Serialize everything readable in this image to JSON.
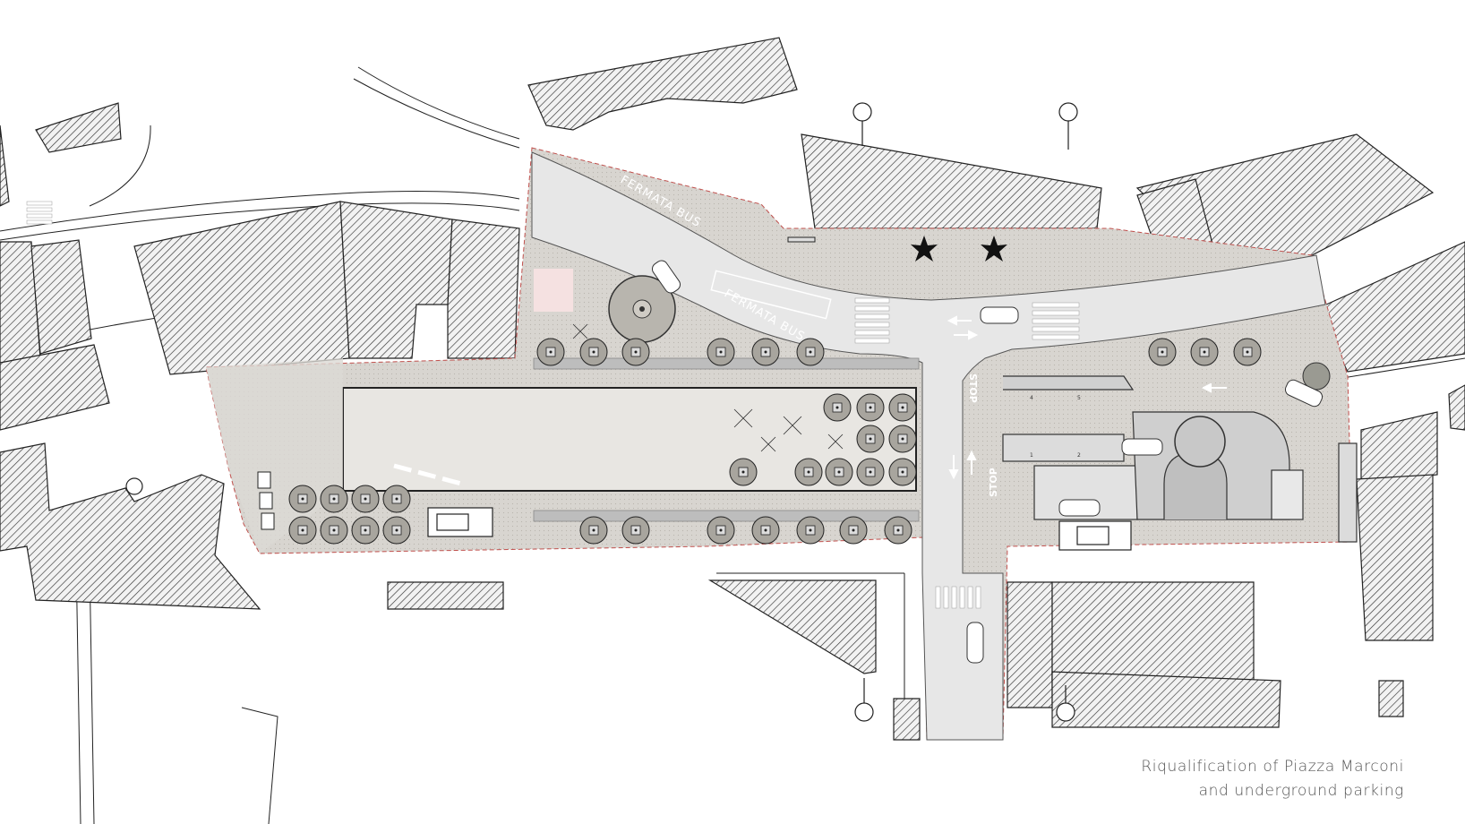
{
  "caption": {
    "line1": "Riqualification of Piazza Marconi",
    "line2": "and underground parking"
  },
  "labels": {
    "bus_stop_1": "FERMATA BUS",
    "bus_stop_2": "FERMATA BUS",
    "stop_1": "STOP",
    "stop_2": "STOP",
    "parking_numbers": [
      "4",
      "5",
      "1",
      "2"
    ]
  },
  "colors": {
    "building_hatch": "#333333",
    "plaza_fill": "#d9d6d1",
    "road_fill": "#e6e6e6",
    "tree_fill": "#a8a59e",
    "boundary": "#c0504d",
    "pink_square": "#f5e1e1",
    "caption_text": "#555555"
  },
  "icons": [
    "section-marker-icon",
    "tree-icon",
    "car-icon",
    "bench-icon",
    "palm-icon",
    "arrow-icon",
    "stair-icon"
  ]
}
